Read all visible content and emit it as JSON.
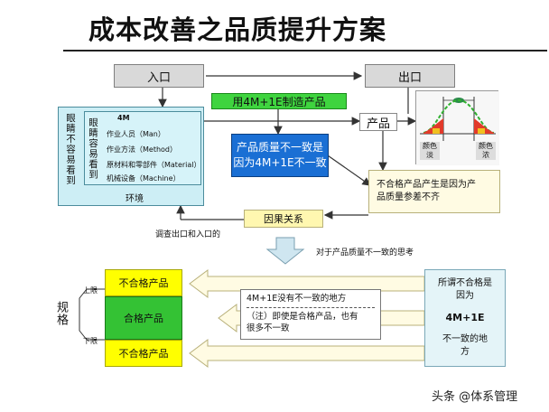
{
  "title": "成本改善之品质提升方案",
  "boxes": {
    "input": "入口",
    "output": "出口",
    "process": "用4M+1E制造产品",
    "product": "产品",
    "inconsistent_line1": "产品质量不一致是",
    "inconsistent_line2": "因为4M+1E不一致",
    "eyes_vertical": "眼睛不容易看到",
    "eyes_inner": "眼睛容易看到",
    "fourm_title": "4M",
    "fourm_items": [
      "作业人员（Man）",
      "作业方法（Method）",
      "原材料和零部件（Material）",
      "机械设备（Machine）"
    ],
    "environment": "环境",
    "color_light": "颜色淡",
    "color_dark": "颜色浓",
    "defect_line1": "不合格产品产生是因为产",
    "defect_line2": "品质量参差不齐",
    "cause_effect": "因果关系",
    "investigate": "调查出口和入口的",
    "thinking": "对于产品质量不一致的思考",
    "spec_label": "规格",
    "upper_limit": "上限",
    "lower_limit": "下限",
    "nonconforming_top": "不合格产品",
    "conforming": "合格产品",
    "nonconforming_bottom": "不合格产品",
    "middle_line1": "4M+1E没有不一致的地方",
    "middle_line2": "（注）即使是合格产品，也有",
    "middle_line3": "很多不一致",
    "right_line1": "所谓不合格是",
    "right_line2": "因为",
    "right_line3": "4M+1E",
    "right_line4": "不一致的地",
    "right_line5": "方"
  },
  "watermark": "头条 @体系管理",
  "colors": {
    "green": "#3fd43f",
    "blue": "#1a6fd4",
    "cyan": "#cdeef5",
    "cream": "#fffbe3",
    "yellow": "#ffff00",
    "gray": "#d9d9d9"
  }
}
